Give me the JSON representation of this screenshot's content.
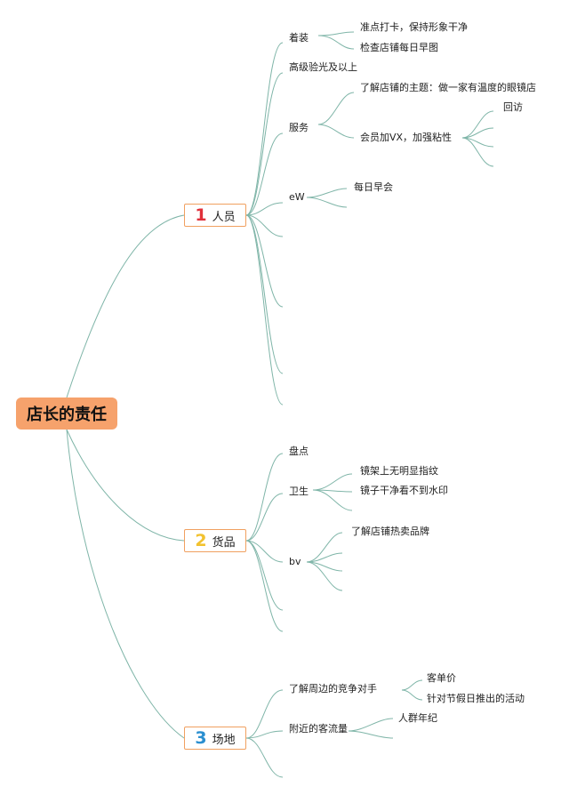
{
  "root": {
    "label": "店长的责任"
  },
  "branches": [
    {
      "num": "1",
      "label": "人员",
      "num_color": "#e0303a"
    },
    {
      "num": "2",
      "label": "货品",
      "num_color": "#f2c230"
    },
    {
      "num": "3",
      "label": "场地",
      "num_color": "#2a8fd0"
    }
  ],
  "topics": {
    "attire": "着装",
    "attire_1": "准点打卡，保持形象干净",
    "attire_2": "检查店铺每日早图",
    "senior": "高级验光及以上",
    "service": "服务",
    "service_1": "了解店铺的主题：做一家有温度的眼镜店",
    "service_2": "会员加VX，加强粘性",
    "service_2_1": "回访",
    "ew": "eW",
    "ew_1": "每日早会",
    "inventory": "盘点",
    "hygiene": "卫生",
    "hygiene_1": "镜架上无明显指纹",
    "hygiene_2": "镜子干净看不到水印",
    "bv": "bv",
    "bv_1": "了解店铺热卖品牌",
    "competitors": "了解周边的竞争对手",
    "competitors_1": "客单价",
    "competitors_2": "针对节假日推出的活动",
    "traffic": "附近的客流量",
    "traffic_1": "人群年纪"
  },
  "colors": {
    "line": "#7fb5a8",
    "root_fill": "#f6a26c",
    "branch_border": "#f0a060"
  }
}
